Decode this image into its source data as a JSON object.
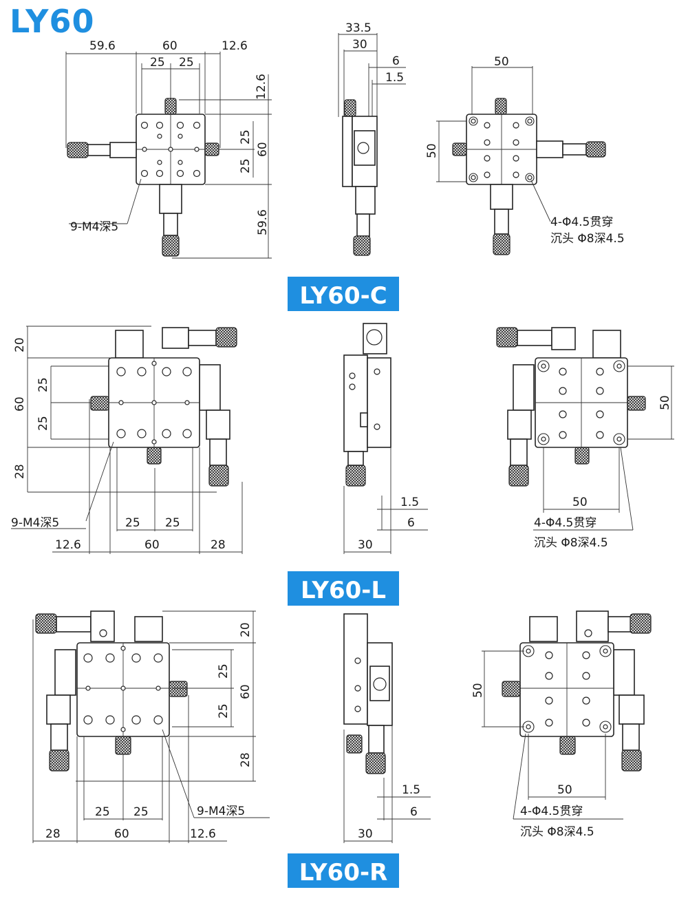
{
  "title": "LY60",
  "colors": {
    "accent": "#1f8fe0",
    "line": "#222222",
    "background": "#ffffff"
  },
  "variants": [
    {
      "badge": "LY60-C",
      "top_view": {
        "dims": [
          "59.6",
          "60",
          "12.6",
          "25",
          "25",
          "12.6",
          "25",
          "60",
          "25",
          "59.6"
        ],
        "hole_note": "9-M4深5"
      },
      "side_view": {
        "dims": [
          "33.5",
          "30",
          "6",
          "1.5"
        ]
      },
      "bottom_view": {
        "dims": [
          "50",
          "50"
        ],
        "mount_note_line1": "4-Φ4.5贯穿",
        "mount_note_line2": "沉头 Φ8深4.5"
      }
    },
    {
      "badge": "LY60-L",
      "top_view": {
        "dims": [
          "20",
          "25",
          "60",
          "25",
          "28",
          "25",
          "25",
          "12.6",
          "60",
          "28"
        ],
        "hole_note": "9-M4深5"
      },
      "side_view": {
        "dims": [
          "1.5",
          "6",
          "30"
        ]
      },
      "bottom_view": {
        "dims": [
          "50",
          "50"
        ],
        "mount_note_line1": "4-Φ4.5贯穿",
        "mount_note_line2": "沉头 Φ8深4.5"
      }
    },
    {
      "badge": "LY60-R",
      "top_view": {
        "dims": [
          "20",
          "25",
          "60",
          "25",
          "28",
          "25",
          "25",
          "28",
          "60",
          "12.6"
        ],
        "hole_note": "9-M4深5"
      },
      "side_view": {
        "dims": [
          "1.5",
          "6",
          "30"
        ]
      },
      "bottom_view": {
        "dims": [
          "50",
          "50"
        ],
        "mount_note_line1": "4-Φ4.5贯穿",
        "mount_note_line2": "沉头 Φ8深4.5"
      }
    }
  ]
}
